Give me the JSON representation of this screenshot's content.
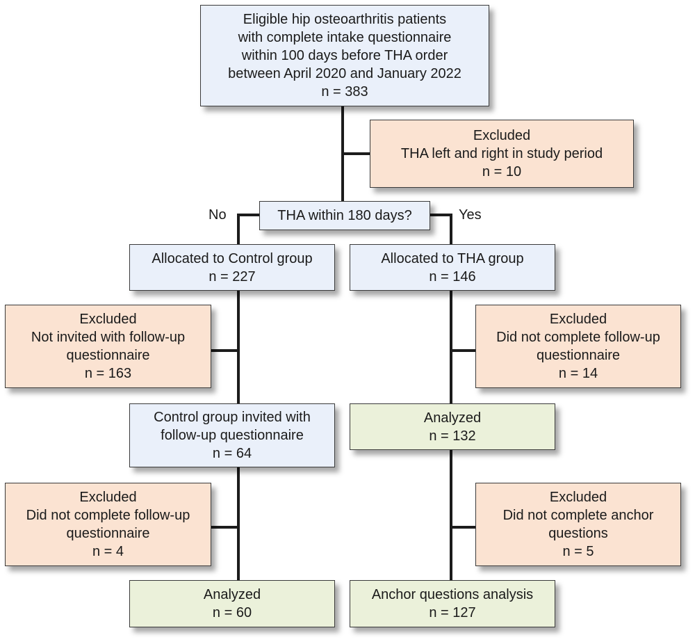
{
  "title": "Patient flow diagram",
  "colors": {
    "main_box": "#eaf0fa",
    "excluded_box": "#fbe3d2",
    "analyzed_box": "#ebf1da",
    "connector": "#1c1c1c"
  },
  "eligible": {
    "lines": [
      "Eligible hip osteoarthritis patients",
      "with complete intake questionnaire",
      "within 100 days before THA order",
      "between April 2020 and January 2022"
    ],
    "n": "n = 383"
  },
  "excluded_bilateral": {
    "lines": [
      "Excluded",
      "THA left and right in study period"
    ],
    "n": "n = 10"
  },
  "decision": {
    "question": "THA within 180 days?",
    "no_label": "No",
    "yes_label": "Yes"
  },
  "control": {
    "allocated": {
      "lines": [
        "Allocated to Control group"
      ],
      "n": "n = 227"
    },
    "excluded_not_invited": {
      "lines": [
        "Excluded",
        "Not invited with follow-up",
        "questionnaire"
      ],
      "n": "n = 163"
    },
    "invited": {
      "lines": [
        "Control group invited with",
        "follow-up questionnaire"
      ],
      "n": "n = 64"
    },
    "excluded_incomplete": {
      "lines": [
        "Excluded",
        "Did not complete follow-up",
        "questionnaire"
      ],
      "n": "n = 4"
    },
    "analyzed": {
      "lines": [
        "Analyzed"
      ],
      "n": "n = 60"
    }
  },
  "tha": {
    "allocated": {
      "lines": [
        "Allocated to THA group"
      ],
      "n": "n = 146"
    },
    "excluded_incomplete": {
      "lines": [
        "Excluded",
        "Did not complete follow-up",
        "questionnaire"
      ],
      "n": "n = 14"
    },
    "analyzed": {
      "lines": [
        "Analyzed"
      ],
      "n": "n = 132"
    },
    "excluded_anchor": {
      "lines": [
        "Excluded",
        "Did not complete anchor",
        "questions"
      ],
      "n": "n = 5"
    },
    "anchor_analysis": {
      "lines": [
        "Anchor questions analysis"
      ],
      "n": "n = 127"
    }
  }
}
